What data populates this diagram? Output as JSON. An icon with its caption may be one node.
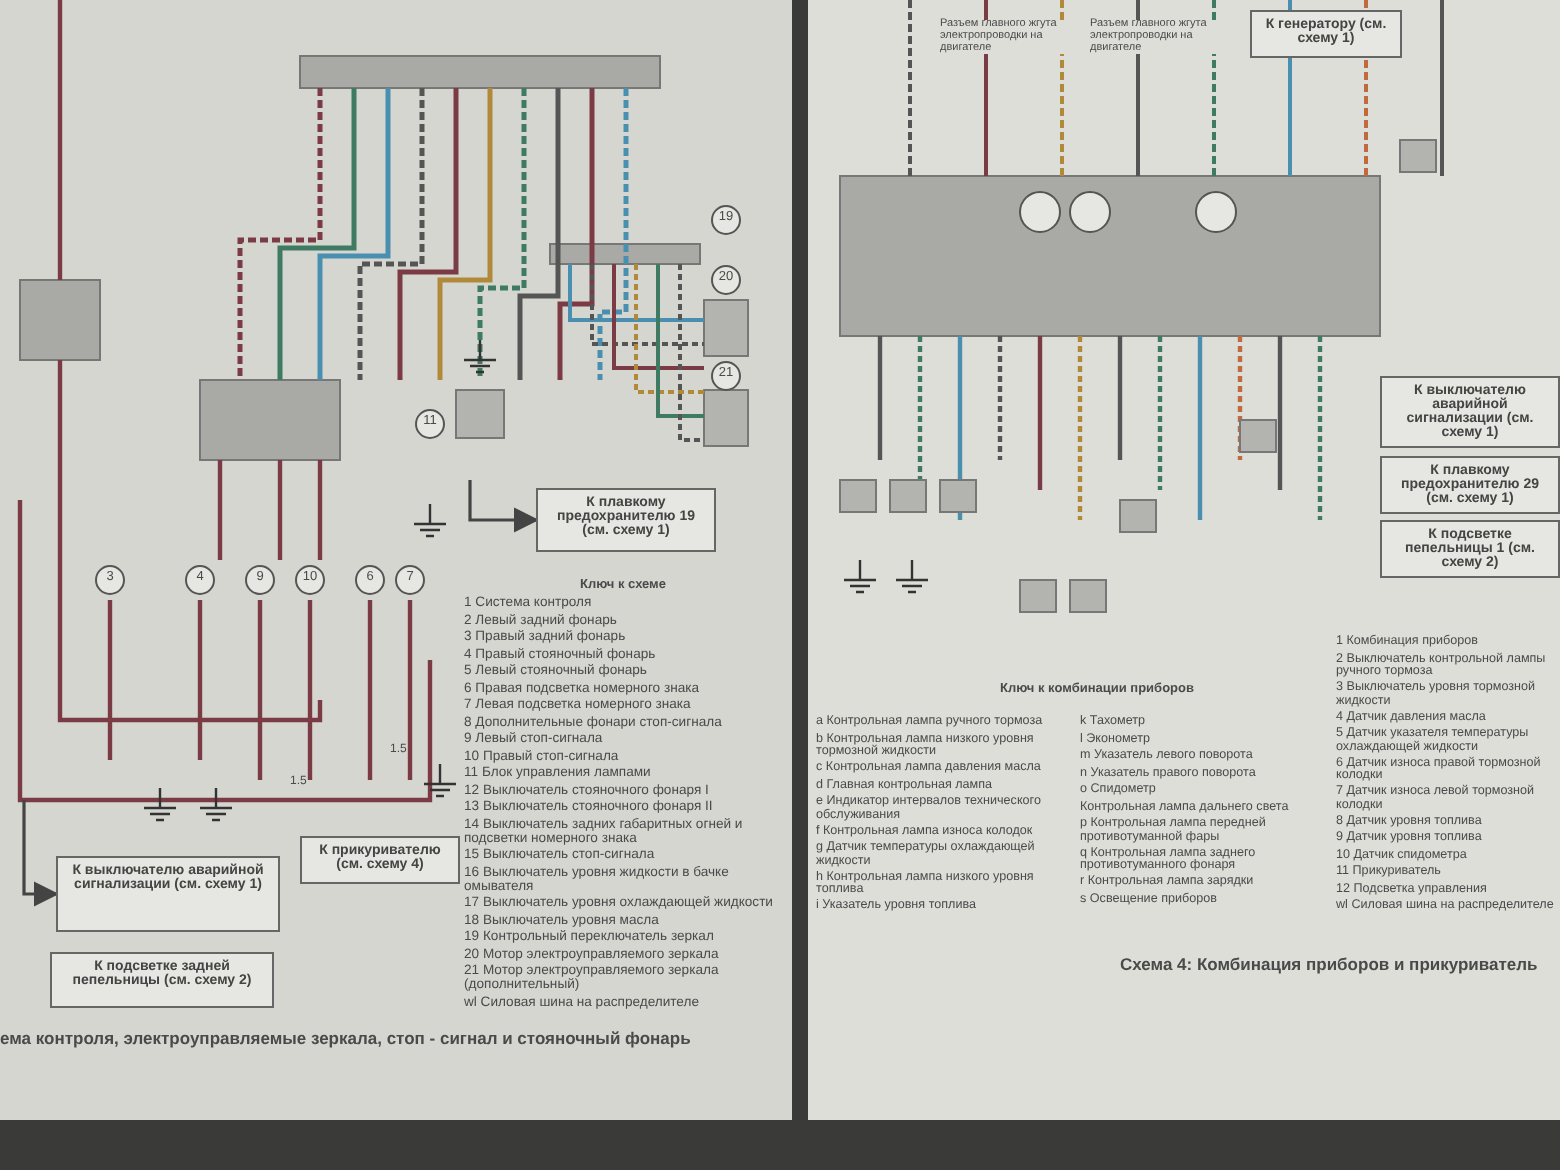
{
  "diagram": {
    "nodes": [
      {
        "text": [
          "К плавкому предохранителю 19 (см. схему 1)"
        ]
      },
      {
        "text": [
          "К выключателю аварийной сигнализации (см. схему 1)"
        ]
      },
      {
        "text": [
          "К прикуривателю (см. схему 4)"
        ]
      },
      {
        "text": [
          "К подсветке задней пепельницы (см. схему 2)"
        ]
      },
      {
        "text": [
          "К генератору (см. схему 1)"
        ]
      },
      {
        "text": [
          "К выключателю аварийной сигнализации (см. схему 1)"
        ]
      },
      {
        "text": [
          "К плавкому предохранителю 29 (см. схему 1)"
        ]
      },
      {
        "text": [
          "К подсветке пепельницы 1 (см. схему 2)"
        ]
      }
    ],
    "edges": [
      {
        "from": null,
        "to": 1,
        "arrow": "to"
      },
      {
        "from": null,
        "to": 0,
        "arrow": "to"
      }
    ],
    "labels": [
      "Ключ к схеме",
      "1 Система контроля",
      "2 Левый задний фонарь",
      "3 Правый задний фонарь",
      "4 Правый стояночный фонарь",
      "5 Левый стояночный фонарь",
      "6 Правая подсветка номерного знака",
      "7 Левая подсветка номерного знака",
      "8 Дополнительные фонари стоп-сигнала",
      "9 Левый стоп-сигнала",
      "10 Правый стоп-сигнала",
      "11 Блок управления лампами",
      "12 Выключатель стояночного фонаря I",
      "13 Выключатель стояночного фонаря II",
      "14 Выключатель задних габаритных огней и подсветки номерного знака",
      "15 Выключатель стоп-сигнала",
      "16 Выключатель уровня жидкости в бачке омывателя",
      "17 Выключатель уровня охлаждающей жидкости",
      "18 Выключатель уровня масла",
      "19 Контрольный переключатель зеркал",
      "20 Мотор электроуправляемого зеркала",
      "21 Мотор электроуправляемого зеркала (дополнительный)",
      "wl Силовая шина на распределителе",
      "ема контроля, электроуправляемые зеркала, стоп - сигнал и стояночный фонарь",
      "Ключ к комбинации приборов",
      "a Контрольная лампа ручного тормоза",
      "b Контрольная лампа низкого уровня тормозной жидкости",
      "c Контрольная лампа давления масла",
      "d Главная контрольная лампа",
      "e Индикатор интервалов технического обслуживания",
      "f Контрольная лампа износа колодок",
      "g Датчик температуры охлаждающей жидкости",
      "h Контрольная лампа низкого уровня топлива",
      "i Указатель уровня топлива",
      "k Тахометр",
      "l Эконометр",
      "m Указатель левого поворота",
      "n Указатель правого поворота",
      "o Спидометр",
      "Контрольная лампа дальнего света",
      "p Контрольная лампа передней противотуманной фары",
      "q Контрольная лампа заднего противотуманного фонаря",
      "r Контрольная лампа зарядки",
      "s Освещение приборов",
      "1 Комбинация приборов",
      "2 Выключатель контрольной лампы ручного тормоза",
      "3 Выключатель уровня тормозной жидкости",
      "4 Датчик давления масла",
      "5 Датчик указателя температуры охлаждающей жидкости",
      "6 Датчик износа правой тормозной колодки",
      "7 Датчик износа левой тормозной колодки",
      "8 Датчик уровня топлива",
      "9 Датчик уровня топлива",
      "10 Датчик спидометра",
      "11 Прикуриватель",
      "12 Подсветка управления",
      "wl Силовая шина на распределителе",
      "Схема 4: Комбинация приборов и прикуриватель",
      "Разъем главного жгута электропроводки на двигателе",
      "Разъем главного жгута электропроводки на двигателе",
      "3",
      "4",
      "9",
      "10",
      "6",
      "7",
      "11",
      "19",
      "20",
      "21",
      "1.5",
      "1.5"
    ]
  }
}
